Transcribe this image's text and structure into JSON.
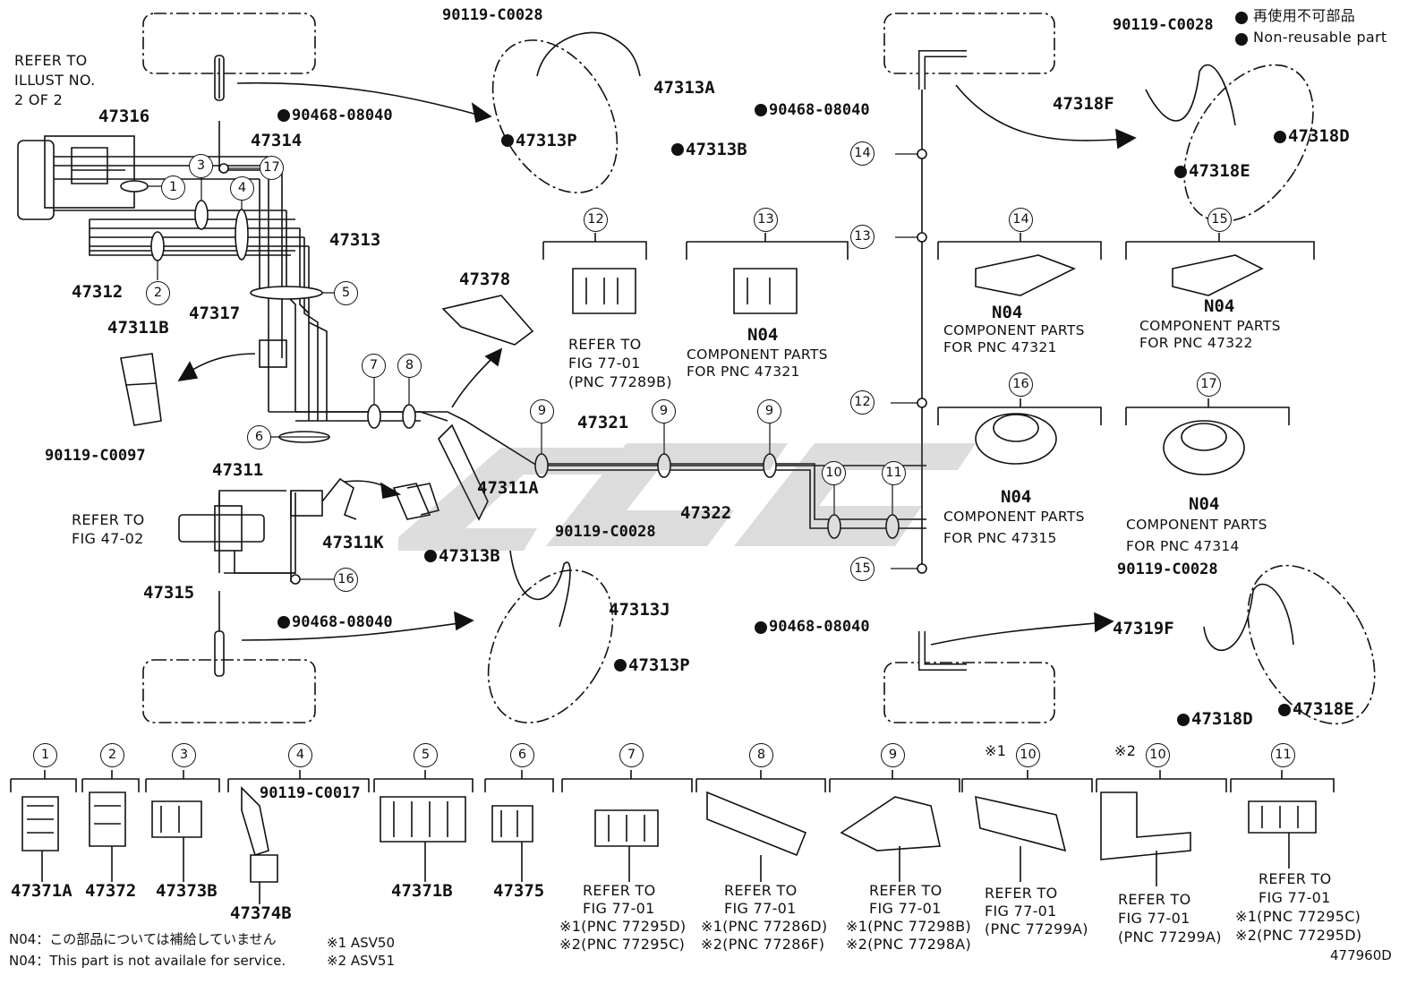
{
  "legend": {
    "jp": "再使用不可部品",
    "en": "Non-reusable part"
  },
  "figure_id": "477960D",
  "footnotes": {
    "n04_jp": "N04：この部品については補給していません",
    "n04_en": "N04：This part is not availale for service.",
    "m1": "※1 ASV50",
    "m2": "※2 ASV51"
  },
  "refer_illust": [
    "REFER TO",
    "ILLUST NO.",
    "2 OF 2"
  ],
  "refer_fig4702": [
    "REFER TO",
    "FIG 47-02"
  ],
  "parts": {
    "p90119_C0028": "90119-C0028",
    "p90468_08040": "90468-08040",
    "p90119_C0097": "90119-C0097",
    "p90119_C0017": "90119-C0017",
    "p47313A": "47313A",
    "p47313P": "47313P",
    "p47313B": "47313B",
    "p47313J": "47313J",
    "p47316": "47316",
    "p47314": "47314",
    "p47313": "47313",
    "p47312": "47312",
    "p47317": "47317",
    "p47311B": "47311B",
    "p47378": "47378",
    "p47321": "47321",
    "p47322": "47322",
    "p47311": "47311",
    "p47311A": "47311A",
    "p47311K": "47311K",
    "p47315": "47315",
    "p47318F": "47318F",
    "p47318D": "47318D",
    "p47318E": "47318E",
    "p47319F": "47319F",
    "p47371A": "47371A",
    "p47372": "47372",
    "p47373B": "47373B",
    "p47374B": "47374B",
    "p47371B": "47371B",
    "p47375": "47375",
    "n04": "N04"
  },
  "callouts": [
    "1",
    "2",
    "3",
    "4",
    "5",
    "6",
    "7",
    "8",
    "9",
    "10",
    "11",
    "12",
    "13",
    "14",
    "15",
    "16",
    "17"
  ],
  "mark1": "※1",
  "mark2": "※2",
  "refers": {
    "r12": [
      "REFER TO",
      "FIG 77-01",
      "(PNC 77289B)"
    ],
    "c13": [
      "COMPONENT PARTS",
      "FOR PNC 47321"
    ],
    "c14": [
      "COMPONENT PARTS",
      "FOR PNC 47321"
    ],
    "c15": [
      "COMPONENT PARTS",
      "FOR PNC 47322"
    ],
    "c16": [
      "COMPONENT PARTS",
      "FOR PNC 47315"
    ],
    "c17": [
      "COMPONENT PARTS",
      "FOR PNC 47314"
    ],
    "b7": [
      "REFER TO",
      "FIG 77-01",
      "※1(PNC 77295D)",
      "※2(PNC 77295C)"
    ],
    "b8": [
      "REFER TO",
      "FIG 77-01",
      "※1(PNC 77286D)",
      "※2(PNC 77286F)"
    ],
    "b9": [
      "REFER TO",
      "FIG 77-01",
      "※1(PNC 77298B)",
      "※2(PNC 77298A)"
    ],
    "b10a": [
      "REFER TO",
      "FIG 77-01",
      "(PNC 77299A)"
    ],
    "b10b": [
      "REFER TO",
      "FIG 77-01",
      "(PNC 77299A)"
    ],
    "b11": [
      "REFER TO",
      "FIG 77-01",
      "※1(PNC 77295C)",
      "※2(PNC 77295D)"
    ]
  }
}
